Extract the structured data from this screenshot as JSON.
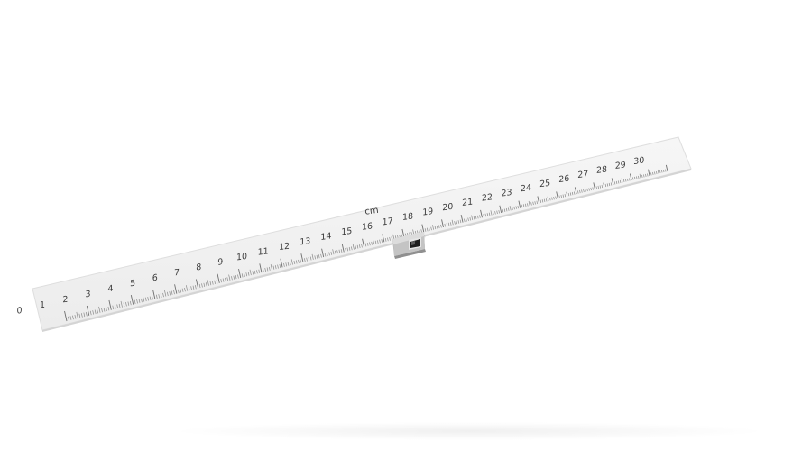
{
  "scene": {
    "description": "3D render of a transparent/white 30 cm ruler with a small grey electronic component resting on it",
    "background_color": "#ffffff"
  },
  "ruler": {
    "unit_label": "cm",
    "min": 0,
    "max": 30,
    "labels": [
      "0",
      "1",
      "2",
      "3",
      "4",
      "5",
      "6",
      "7",
      "8",
      "9",
      "10",
      "11",
      "12",
      "13",
      "14",
      "15",
      "16",
      "17",
      "18",
      "19",
      "20",
      "21",
      "22",
      "23",
      "24",
      "25",
      "26",
      "27",
      "28",
      "29",
      "30"
    ],
    "minor_divisions_per_unit": 10,
    "body_color": "#f1f1f1",
    "edge_color": "#dcdcdc",
    "text_color": "#3a3a3a"
  },
  "component": {
    "name": "small grey SMD component / sensor",
    "position_cm": 16.5,
    "body_color": "#d6d6d6",
    "side_color": "#a9a9a9",
    "window_color": "#1e1e1e"
  }
}
